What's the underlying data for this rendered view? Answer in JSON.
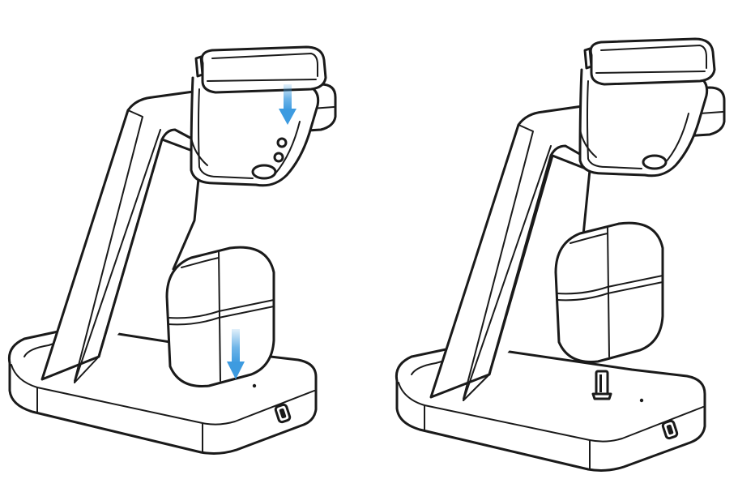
{
  "figure": {
    "panels": [
      {
        "id": "before",
        "arrows": 2,
        "description_items": [
          "watch",
          "charging-stand",
          "earbuds-case",
          "watch-arrow",
          "case-arrow"
        ]
      },
      {
        "id": "after",
        "arrows": 0,
        "description_items": [
          "watch",
          "charging-stand",
          "earbuds-case",
          "usb-c-plug"
        ]
      }
    ],
    "colors": {
      "line": "#1a1a1a",
      "background": "#ffffff",
      "arrow": "#3d9be0"
    },
    "icons": [
      "apple-watch-icon",
      "charging-stand-icon",
      "earbuds-case-icon",
      "down-arrow-icon",
      "usb-c-port-icon",
      "usb-c-plug-icon"
    ]
  }
}
